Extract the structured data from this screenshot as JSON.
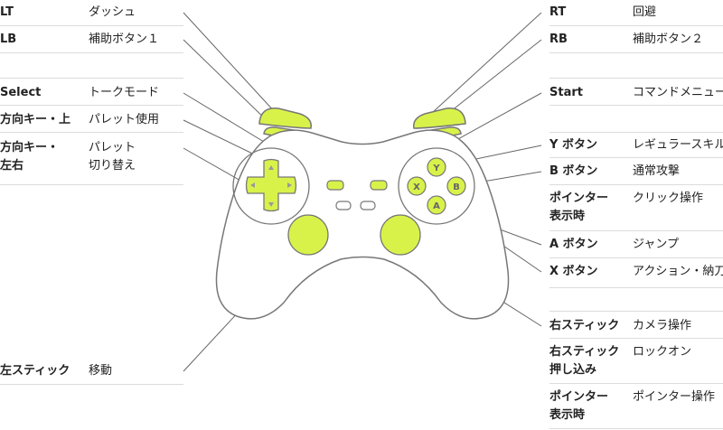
{
  "left_rows": [
    {
      "key": "LT",
      "value": "ダッシュ"
    },
    {
      "key": "LB",
      "value": "補助ボタン１"
    },
    {
      "key": "Select",
      "value": "トークモード"
    },
    {
      "key": "方向キー・上",
      "value": "パレット使用"
    },
    {
      "key": "方向キー・\n左右",
      "value": "パレット\n切り替え"
    },
    {
      "key": "左スティック",
      "value": "移動"
    }
  ],
  "right_rows": [
    {
      "key": "RT",
      "value": "回避"
    },
    {
      "key": "RB",
      "value": "補助ボタン２"
    },
    {
      "key": "Start",
      "value": "コマンドメニュー"
    },
    {
      "key": "Y ボタン",
      "value": "レギュラースキル"
    },
    {
      "key": "B ボタン",
      "value": "通常攻撃"
    },
    {
      "key": "ポインター\n表示時",
      "value": "クリック操作"
    },
    {
      "key": "A ボタン",
      "value": "ジャンプ"
    },
    {
      "key": "X ボタン",
      "value": "アクション・納刀"
    },
    {
      "key": "右スティック",
      "value": "カメラ操作"
    },
    {
      "key": "右スティック\n押し込み",
      "value": "ロックオン"
    },
    {
      "key": "ポインター\n表示時",
      "value": "ポインター操作"
    }
  ],
  "buttons": {
    "y": "Y",
    "b": "B",
    "x": "X",
    "a": "A"
  },
  "colors": {
    "accent": "#d9f24a",
    "outline": "#777777",
    "line": "#666666",
    "rule": "#dcdcdc"
  }
}
